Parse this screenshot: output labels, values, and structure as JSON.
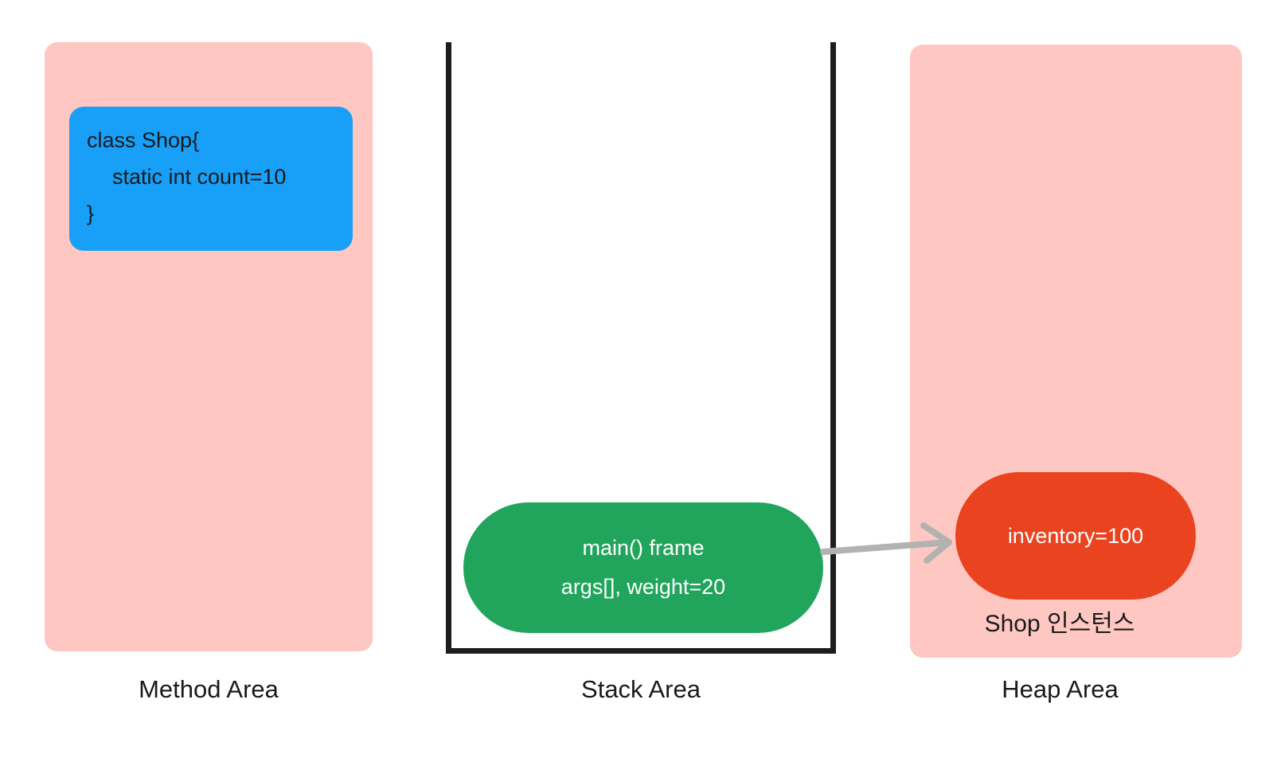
{
  "method_area": {
    "label": "Method Area",
    "class_box": {
      "line1": "class Shop{",
      "line2": "static int count=10",
      "line3": "}"
    }
  },
  "stack_area": {
    "label": "Stack Area",
    "frame_box": {
      "line1": "main() frame",
      "line2": "args[], weight=20"
    }
  },
  "heap_area": {
    "label": "Heap Area",
    "instance_box": {
      "value": "inventory=100"
    },
    "instance_label": "Shop 인스턴스"
  },
  "colors": {
    "pink": "#FFC7C2",
    "blue": "#189FF8",
    "green": "#21A55C",
    "red": "#EA431F",
    "arrow": "#B2B2B2",
    "line": "#1D1D1D",
    "text_dark": "#1A1A1A",
    "text_light": "#FFFFFF"
  }
}
